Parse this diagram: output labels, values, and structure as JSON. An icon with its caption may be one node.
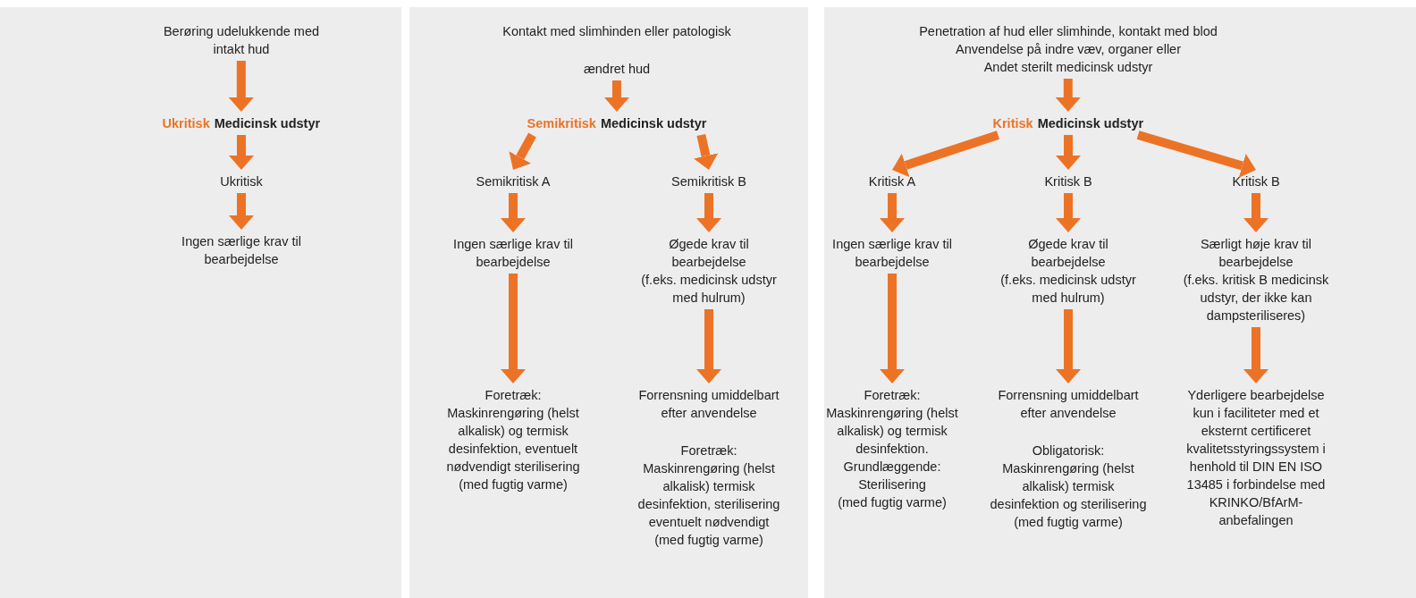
{
  "diagram": {
    "nodes": [
      {
        "text": [],
        "shape": "box"
      },
      {
        "text": [
          "Berøring udelukkende med intakt hud"
        ],
        "in": 0
      },
      {
        "text": [
          "Ukritisk",
          "Medicinsk udstyr"
        ],
        "in": 0
      },
      {
        "text": [
          "Ukritisk"
        ],
        "in": 0
      },
      {
        "text": [
          "Ingen særlige krav til bearbejdelse"
        ],
        "in": 0
      },
      {
        "text": [],
        "shape": "box"
      },
      {
        "text": [
          "Kontakt med slimhinden eller patologisk",
          "ændret hud"
        ],
        "in": 5
      },
      {
        "text": [
          "Semikritisk",
          "Medicinsk udstyr"
        ],
        "in": 5
      },
      {
        "text": [
          "Semikritisk A"
        ],
        "in": 5
      },
      {
        "text": [
          "Semikritisk B"
        ],
        "in": 5
      },
      {
        "text": [
          "Ingen særlige krav til bearbejdelse"
        ],
        "in": 5
      },
      {
        "text": [
          "Øgede krav til bearbejdelse",
          "(f.eks. medicinsk udstyr med hulrum)"
        ],
        "in": 5
      },
      {
        "text": [
          "Foretræk:",
          "Maskinrengøring (helst alkalisk) og termisk desinfektion, eventuelt nødvendigt sterilisering",
          "(med fugtig varme)"
        ],
        "in": 5
      },
      {
        "text": [
          "Forrensning umiddelbart efter anvendelse",
          "Foretræk:",
          "Maskinrengøring (helst alkalisk) termisk desinfektion, sterilisering eventuelt nødvendigt",
          "(med fugtig varme)"
        ],
        "in": 5
      },
      {
        "text": [],
        "shape": "box"
      },
      {
        "text": [
          "Penetration af hud eller slimhinde, kontakt med blod",
          "Anvendelse på indre væv, organer eller",
          "Andet sterilt medicinsk udstyr"
        ],
        "in": 14
      },
      {
        "text": [
          "Kritisk",
          "Medicinsk udstyr"
        ],
        "in": 14
      },
      {
        "text": [
          "Kritisk A"
        ],
        "in": 14
      },
      {
        "text": [
          "Kritisk B"
        ],
        "in": 14
      },
      {
        "text": [
          "Kritisk B"
        ],
        "in": 14
      },
      {
        "text": [
          "Ingen særlige krav til bearbejdelse"
        ],
        "in": 14
      },
      {
        "text": [
          "Øgede krav til bearbejdelse",
          "(f.eks. medicinsk udstyr med hulrum)"
        ],
        "in": 14
      },
      {
        "text": [
          "Særligt høje krav til bearbejdelse",
          "(f.eks. kritisk B medicinsk udstyr, der ikke kan dampsteriliseres)"
        ],
        "in": 14
      },
      {
        "text": [
          "Foretræk:",
          "Maskinrengøring (helst alkalisk) og termisk desinfektion.",
          "Grundlæggende:",
          "Sterilisering",
          "(med fugtig varme)"
        ],
        "in": 14
      },
      {
        "text": [
          "Forrensning umiddelbart efter anvendelse",
          "Obligatorisk:",
          "Maskinrengøring (helst alkalisk) termisk desinfektion og sterilisering",
          "(med fugtig varme)"
        ],
        "in": 14
      },
      {
        "text": [
          "Yderligere bearbejdelse kun i faciliteter med et eksternt certificeret kvalitetsstyringssystem i henhold til DIN EN ISO 13485 i forbindelse med KRINKO/BfArM-anbefalingen"
        ],
        "in": 14
      }
    ],
    "edges": [
      {
        "from": 1,
        "to": 2,
        "arrow": "to"
      },
      {
        "from": 2,
        "to": 3,
        "arrow": "to"
      },
      {
        "from": 3,
        "to": 4,
        "arrow": "to"
      },
      {
        "from": 6,
        "to": 7,
        "arrow": "to"
      },
      {
        "from": 7,
        "to": 8,
        "arrow": "to"
      },
      {
        "from": 7,
        "to": 9,
        "arrow": "to"
      },
      {
        "from": 8,
        "to": 10,
        "arrow": "to"
      },
      {
        "from": 9,
        "to": 11,
        "arrow": "to"
      },
      {
        "from": 10,
        "to": 12,
        "arrow": "to"
      },
      {
        "from": 11,
        "to": 13,
        "arrow": "to"
      },
      {
        "from": 15,
        "to": 16,
        "arrow": "to"
      },
      {
        "from": 16,
        "to": 17,
        "arrow": "to"
      },
      {
        "from": 16,
        "to": 18,
        "arrow": "to"
      },
      {
        "from": 16,
        "to": 19,
        "arrow": "to"
      },
      {
        "from": 17,
        "to": 20,
        "arrow": "to"
      },
      {
        "from": 18,
        "to": 21,
        "arrow": "to"
      },
      {
        "from": 19,
        "to": 22,
        "arrow": "to"
      },
      {
        "from": 20,
        "to": 23,
        "arrow": "to"
      },
      {
        "from": 21,
        "to": 24,
        "arrow": "to"
      },
      {
        "from": 22,
        "to": 25,
        "arrow": "to"
      }
    ]
  }
}
